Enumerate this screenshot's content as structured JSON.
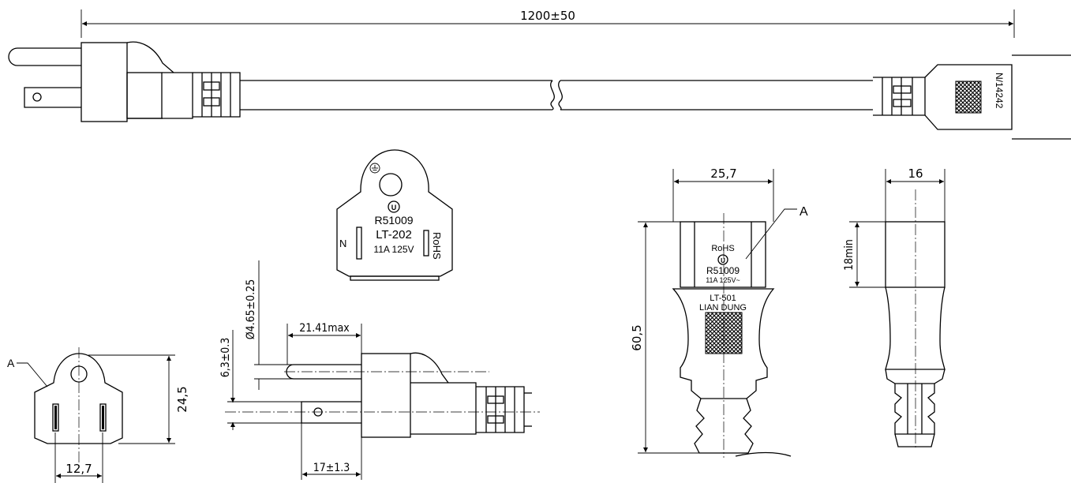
{
  "dimensions": {
    "cord_length": "1200±50",
    "face_height": "24,5",
    "blade_spacing": "12,7",
    "pin_diameter": "Ø4.65±0.25",
    "pin_offset": "6,3±0.3",
    "blade_length": "21.41max",
    "plug_length": "17±1.3",
    "connector_width": "25,7",
    "connector_length": "60,5",
    "connector_depth": "16",
    "connector_min": "18min"
  },
  "labels": {
    "ref_a": "A",
    "cert_code": "R51009",
    "plug_model": "LT-202",
    "plug_rating": "11A 125V",
    "neutral": "N",
    "rohs": "RoHS",
    "connector_rating": "11A 125V~",
    "connector_model": "LT-501",
    "maker": "LIAN DUNG",
    "cable_marking": "N/14242"
  },
  "icons": [
    "ground-symbol",
    "ul-mark"
  ]
}
